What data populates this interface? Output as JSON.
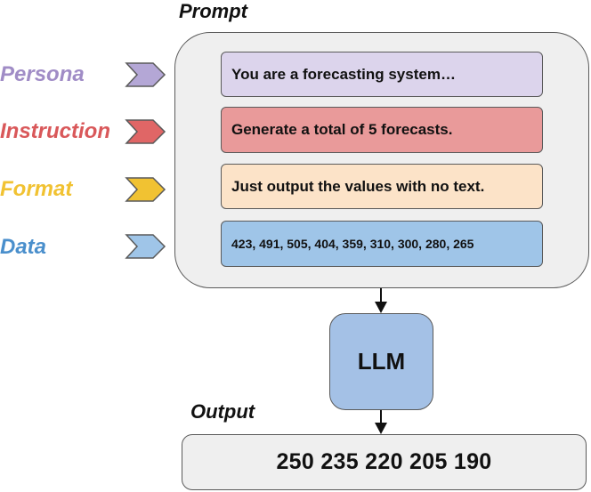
{
  "prompt_section": {
    "title": "Prompt"
  },
  "roles": [
    {
      "label": "Persona",
      "color": "#a08cc6",
      "chevron_fill": "#b4a7d6",
      "box_fill": "#dcd4ec",
      "text": "You are a forecasting system…",
      "icon": "chevron-right-icon"
    },
    {
      "label": "Instruction",
      "color": "#d9585a",
      "chevron_fill": "#e06666",
      "box_fill": "#e99a9a",
      "text": "Generate a total of 5 forecasts.",
      "icon": "chevron-right-icon"
    },
    {
      "label": "Format",
      "color": "#f1c232",
      "chevron_fill": "#f1c232",
      "box_fill": "#fce3c8",
      "text": "Just output the values with no text.",
      "icon": "chevron-right-icon"
    },
    {
      "label": "Data",
      "color": "#4a8fcc",
      "chevron_fill": "#9fc5e8",
      "box_fill": "#9fc5e8",
      "text": "423, 491, 505, 404, 359, 310, 300, 280, 265",
      "icon": "chevron-right-icon"
    }
  ],
  "model": {
    "label": "LLM"
  },
  "output_section": {
    "title": "Output",
    "value": "250 235 220 205 190"
  }
}
